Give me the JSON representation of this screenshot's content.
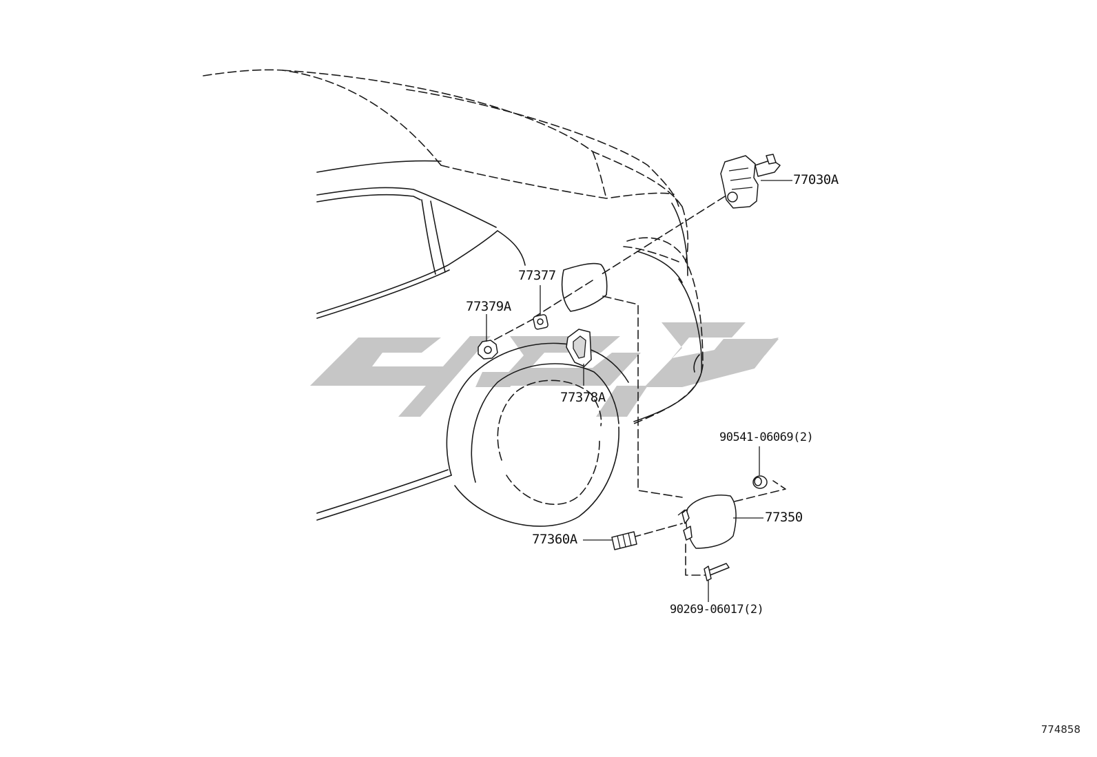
{
  "diagram": {
    "id": "774858",
    "callouts": [
      {
        "key": "c77030A",
        "text": "77030A"
      },
      {
        "key": "c77377",
        "text": "77377"
      },
      {
        "key": "c77379A",
        "text": "77379A"
      },
      {
        "key": "c77378A",
        "text": "77378A"
      },
      {
        "key": "c90541",
        "text": "90541-06069(2)"
      },
      {
        "key": "c77350",
        "text": "77350"
      },
      {
        "key": "c77360A",
        "text": "77360A"
      },
      {
        "key": "c90269",
        "text": "90269-06017(2)"
      }
    ]
  },
  "watermark": {
    "icon": "brand-logo-watermark",
    "color": "#c6c6c6"
  },
  "colors": {
    "line": "#1a1a1a",
    "background": "#ffffff"
  }
}
